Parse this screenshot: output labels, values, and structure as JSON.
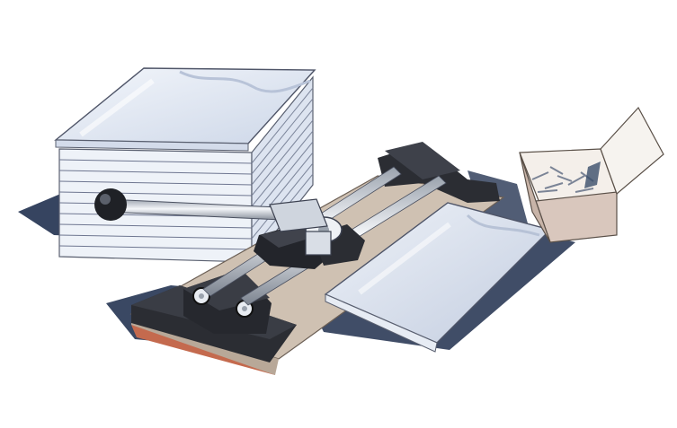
{
  "illustration": {
    "subject": "",
    "objects": [
      {
        "name": "paper-stack",
        "icon": "stack-of-paper-sheets"
      },
      {
        "name": "binding-machine",
        "icon": "manual-binding-press"
      },
      {
        "name": "lever-handle",
        "icon": "lever-with-black-knob"
      },
      {
        "name": "binding-cover",
        "icon": "folded-cover-sheet"
      },
      {
        "name": "staple-box",
        "icon": "open-box-of-binding-clips"
      }
    ]
  },
  "palette": {
    "background": "#ffffff",
    "paper": "#eef2f8",
    "paper_shade": "#c9d3e4",
    "paper_outline": "#5a6070",
    "shadow": "#253452",
    "machine_body": "#2b2d33",
    "machine_base": "#cfc1b2",
    "base_edge": "#c46a4e",
    "rod": "#d7dde6",
    "box": "#d9c7bd"
  }
}
